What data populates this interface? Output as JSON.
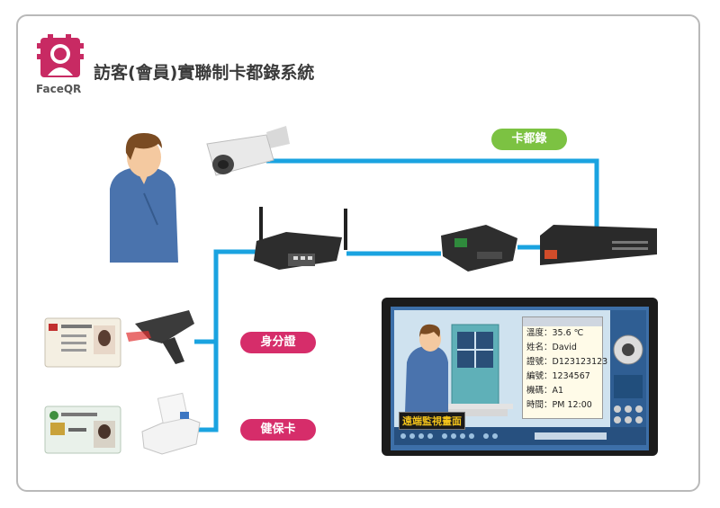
{
  "header": {
    "title": "訪客(會員)實聯制卡都錄系統",
    "brand": "FaceQR"
  },
  "labels": {
    "cam_link": "卡都錄",
    "id_card": "身分證",
    "health_card": "健保卡"
  },
  "monitor": {
    "remote_label": "遠端監視畫面",
    "info_rows": [
      "溫度：35.6 ℃",
      "姓名：David",
      "證號：D123123123",
      "編號：1234567",
      "機碼：A1",
      "時間：PM 12:00"
    ]
  },
  "colors": {
    "line": "#1aa3e0",
    "green_pill": "#7cc242",
    "pink_pill": "#d62d6a",
    "logo": "#c82a63"
  }
}
